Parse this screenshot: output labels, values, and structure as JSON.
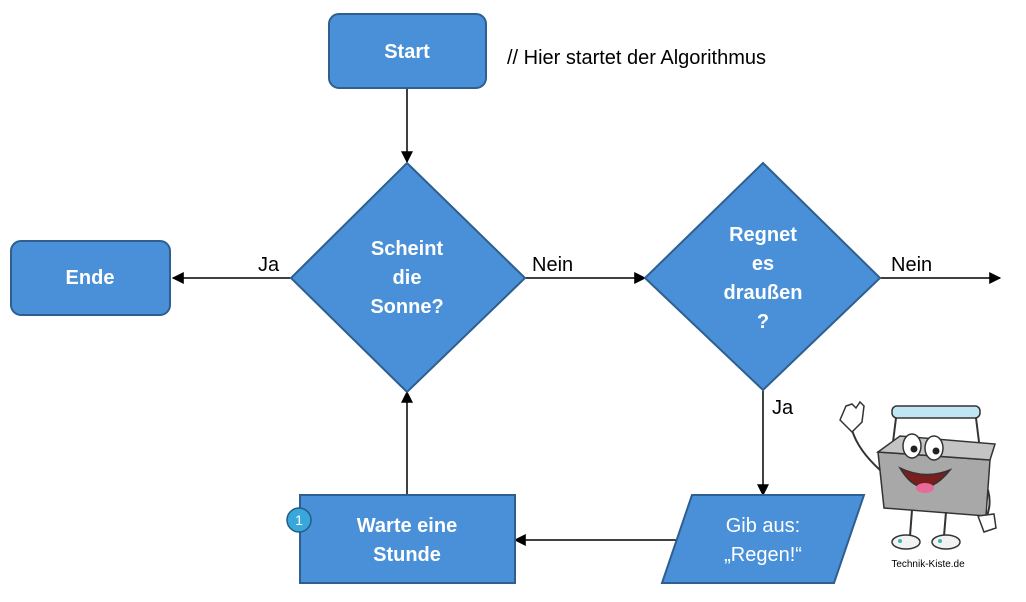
{
  "comment": "// Hier startet der Algorithmus",
  "nodes": {
    "start": "Start",
    "end": "Ende",
    "sun_question": [
      "Scheint",
      "die",
      "Sonne?"
    ],
    "rain_question": [
      "Regnet",
      "es",
      "draußen",
      "?"
    ],
    "wait": [
      "Warte eine",
      "Stunde"
    ],
    "output": [
      "Gib aus:",
      "„Regen!“"
    ]
  },
  "edge_labels": {
    "sun_yes": "Ja",
    "sun_no": "Nein",
    "rain_no": "Nein",
    "rain_yes": "Ja"
  },
  "badge": "1",
  "logo_caption": "Technik-Kiste.de",
  "colors": {
    "node_fill": "#4a90d9",
    "node_stroke": "#2e5f8f",
    "badge_fill": "#3aa7dc"
  }
}
